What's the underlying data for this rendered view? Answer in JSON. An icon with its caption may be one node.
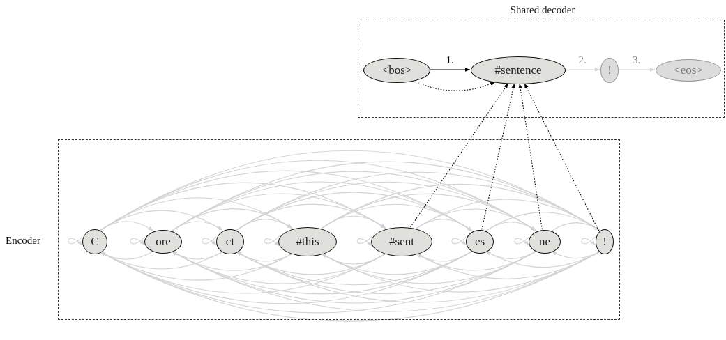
{
  "diagram": {
    "nodes": [
      {
        "text": [
          "Shared decoder"
        ]
      },
      {
        "text": [
          "Encoder"
        ]
      },
      {
        "text": [
          "<bos>"
        ],
        "in": 0
      },
      {
        "text": [
          "#sentence"
        ],
        "in": 0
      },
      {
        "text": [
          "!"
        ],
        "in": 0
      },
      {
        "text": [
          "<eos>"
        ],
        "in": 0
      },
      {
        "text": [
          "C"
        ],
        "in": 1
      },
      {
        "text": [
          "ore"
        ],
        "in": 1
      },
      {
        "text": [
          "ct"
        ],
        "in": 1
      },
      {
        "text": [
          "#this"
        ],
        "in": 1
      },
      {
        "text": [
          "#sent"
        ],
        "in": 1
      },
      {
        "text": [
          "es"
        ],
        "in": 1
      },
      {
        "text": [
          "ne"
        ],
        "in": 1
      },
      {
        "text": [
          "!"
        ],
        "in": 1
      }
    ],
    "edges": [
      {
        "from": 2,
        "to": 3,
        "arrow": "to",
        "label": "1.",
        "color": "#000000"
      },
      {
        "from": 3,
        "to": 4,
        "arrow": "to",
        "label": "2."
      },
      {
        "from": 4,
        "to": 5,
        "arrow": "to",
        "label": "3."
      },
      {
        "from": 2,
        "to": 3,
        "arrow": "to",
        "style": "dashed",
        "color": "#000000"
      },
      {
        "from": 10,
        "to": 3,
        "arrow": "to",
        "style": "dashed",
        "color": "#000000"
      },
      {
        "from": 11,
        "to": 3,
        "arrow": "to",
        "style": "dashed",
        "color": "#000000"
      },
      {
        "from": 12,
        "to": 3,
        "arrow": "to",
        "style": "dashed",
        "color": "#000000"
      },
      {
        "from": 13,
        "to": 3,
        "arrow": "to",
        "style": "dashed",
        "color": "#000000"
      },
      {
        "from": 6,
        "to": 6,
        "arrow": "to"
      },
      {
        "from": 7,
        "to": 7,
        "arrow": "to"
      },
      {
        "from": 8,
        "to": 8,
        "arrow": "to"
      },
      {
        "from": 9,
        "to": 9,
        "arrow": "to"
      },
      {
        "from": 10,
        "to": 10,
        "arrow": "to"
      },
      {
        "from": 11,
        "to": 11,
        "arrow": "to"
      },
      {
        "from": 12,
        "to": 12,
        "arrow": "to"
      },
      {
        "from": 13,
        "to": 13,
        "arrow": "to"
      },
      {
        "from": 6,
        "to": 7,
        "arrow": "to"
      },
      {
        "from": 6,
        "to": 8,
        "arrow": "to"
      },
      {
        "from": 6,
        "to": 9,
        "arrow": "to"
      },
      {
        "from": 6,
        "to": 10,
        "arrow": "to"
      },
      {
        "from": 6,
        "to": 11,
        "arrow": "to"
      },
      {
        "from": 6,
        "to": 12,
        "arrow": "to"
      },
      {
        "from": 6,
        "to": 13,
        "arrow": "to"
      },
      {
        "from": 7,
        "to": 8,
        "arrow": "to"
      },
      {
        "from": 7,
        "to": 9,
        "arrow": "to"
      },
      {
        "from": 7,
        "to": 10,
        "arrow": "to"
      },
      {
        "from": 7,
        "to": 11,
        "arrow": "to"
      },
      {
        "from": 7,
        "to": 12,
        "arrow": "to"
      },
      {
        "from": 7,
        "to": 13,
        "arrow": "to"
      },
      {
        "from": 8,
        "to": 9,
        "arrow": "to"
      },
      {
        "from": 8,
        "to": 10,
        "arrow": "to"
      },
      {
        "from": 8,
        "to": 11,
        "arrow": "to"
      },
      {
        "from": 8,
        "to": 12,
        "arrow": "to"
      },
      {
        "from": 8,
        "to": 13,
        "arrow": "to"
      },
      {
        "from": 9,
        "to": 10,
        "arrow": "to"
      },
      {
        "from": 9,
        "to": 11,
        "arrow": "to"
      },
      {
        "from": 9,
        "to": 12,
        "arrow": "to"
      },
      {
        "from": 9,
        "to": 13,
        "arrow": "to"
      },
      {
        "from": 10,
        "to": 11,
        "arrow": "to"
      },
      {
        "from": 10,
        "to": 12,
        "arrow": "to"
      },
      {
        "from": 10,
        "to": 13,
        "arrow": "to"
      },
      {
        "from": 11,
        "to": 12,
        "arrow": "to"
      },
      {
        "from": 11,
        "to": 13,
        "arrow": "to"
      },
      {
        "from": 12,
        "to": 13,
        "arrow": "to"
      },
      {
        "from": 7,
        "to": 6,
        "arrow": "to"
      },
      {
        "from": 8,
        "to": 6,
        "arrow": "to"
      },
      {
        "from": 9,
        "to": 6,
        "arrow": "to"
      },
      {
        "from": 10,
        "to": 6,
        "arrow": "to"
      },
      {
        "from": 11,
        "to": 6,
        "arrow": "to"
      },
      {
        "from": 12,
        "to": 6,
        "arrow": "to"
      },
      {
        "from": 13,
        "to": 6,
        "arrow": "to"
      },
      {
        "from": 8,
        "to": 7,
        "arrow": "to"
      },
      {
        "from": 9,
        "to": 7,
        "arrow": "to"
      },
      {
        "from": 10,
        "to": 7,
        "arrow": "to"
      },
      {
        "from": 11,
        "to": 7,
        "arrow": "to"
      },
      {
        "from": 12,
        "to": 7,
        "arrow": "to"
      },
      {
        "from": 13,
        "to": 7,
        "arrow": "to"
      },
      {
        "from": 9,
        "to": 8,
        "arrow": "to"
      },
      {
        "from": 10,
        "to": 8,
        "arrow": "to"
      },
      {
        "from": 11,
        "to": 8,
        "arrow": "to"
      },
      {
        "from": 12,
        "to": 8,
        "arrow": "to"
      },
      {
        "from": 13,
        "to": 8,
        "arrow": "to"
      },
      {
        "from": 10,
        "to": 9,
        "arrow": "to"
      },
      {
        "from": 11,
        "to": 9,
        "arrow": "to"
      },
      {
        "from": 12,
        "to": 9,
        "arrow": "to"
      },
      {
        "from": 13,
        "to": 9,
        "arrow": "to"
      },
      {
        "from": 11,
        "to": 10,
        "arrow": "to"
      },
      {
        "from": 12,
        "to": 10,
        "arrow": "to"
      },
      {
        "from": 13,
        "to": 10,
        "arrow": "to"
      },
      {
        "from": 12,
        "to": 11,
        "arrow": "to"
      },
      {
        "from": 13,
        "to": 11,
        "arrow": "to"
      },
      {
        "from": 13,
        "to": 12,
        "arrow": "to"
      }
    ]
  }
}
